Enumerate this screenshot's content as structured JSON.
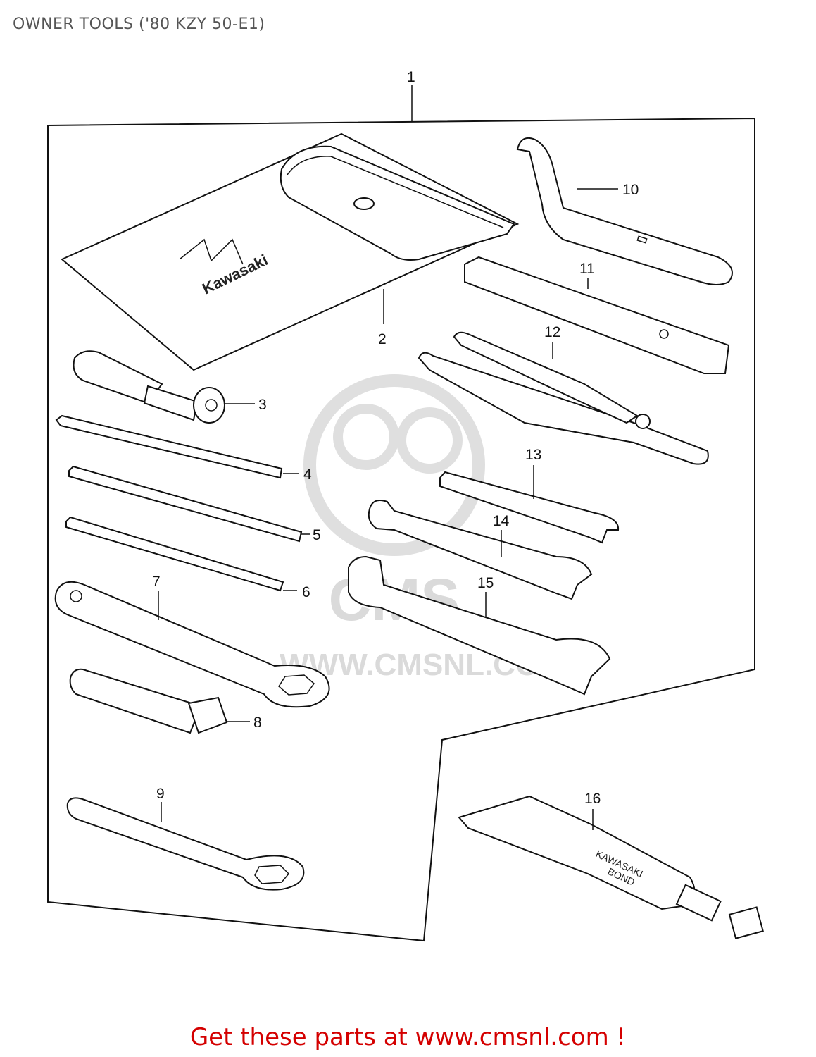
{
  "page": {
    "title": "OWNER TOOLS ('80 KZY 50-E1)",
    "footer_link": "Get these parts at www.cmsnl.com !"
  },
  "watermark": {
    "brand": "CMS",
    "url": "WWW.CMSNL.COM"
  },
  "labels": {
    "tool_pouch_logo": "Kawasaki",
    "bond_tube_line1": "KAWASAKI",
    "bond_tube_line2": "BOND"
  },
  "callouts": [
    {
      "number": "1",
      "part": "tool-kit-assembly"
    },
    {
      "number": "2",
      "part": "tool-pouch"
    },
    {
      "number": "3",
      "part": "screwdriver-handle"
    },
    {
      "number": "4",
      "part": "screwdriver-bit"
    },
    {
      "number": "5",
      "part": "screwdriver-bit"
    },
    {
      "number": "6",
      "part": "screwdriver-bit"
    },
    {
      "number": "7",
      "part": "ring-wrench"
    },
    {
      "number": "8",
      "part": "socket-wrench"
    },
    {
      "number": "9",
      "part": "ring-wrench"
    },
    {
      "number": "10",
      "part": "hook-wrench"
    },
    {
      "number": "11",
      "part": "extension-bar"
    },
    {
      "number": "12",
      "part": "pliers"
    },
    {
      "number": "13",
      "part": "open-end-wrench"
    },
    {
      "number": "14",
      "part": "open-end-wrench"
    },
    {
      "number": "15",
      "part": "open-end-wrench"
    },
    {
      "number": "16",
      "part": "bond-tube"
    }
  ],
  "colors": {
    "footer_link": "#d40000",
    "title": "#555555",
    "watermark": "#d6d6d6"
  }
}
